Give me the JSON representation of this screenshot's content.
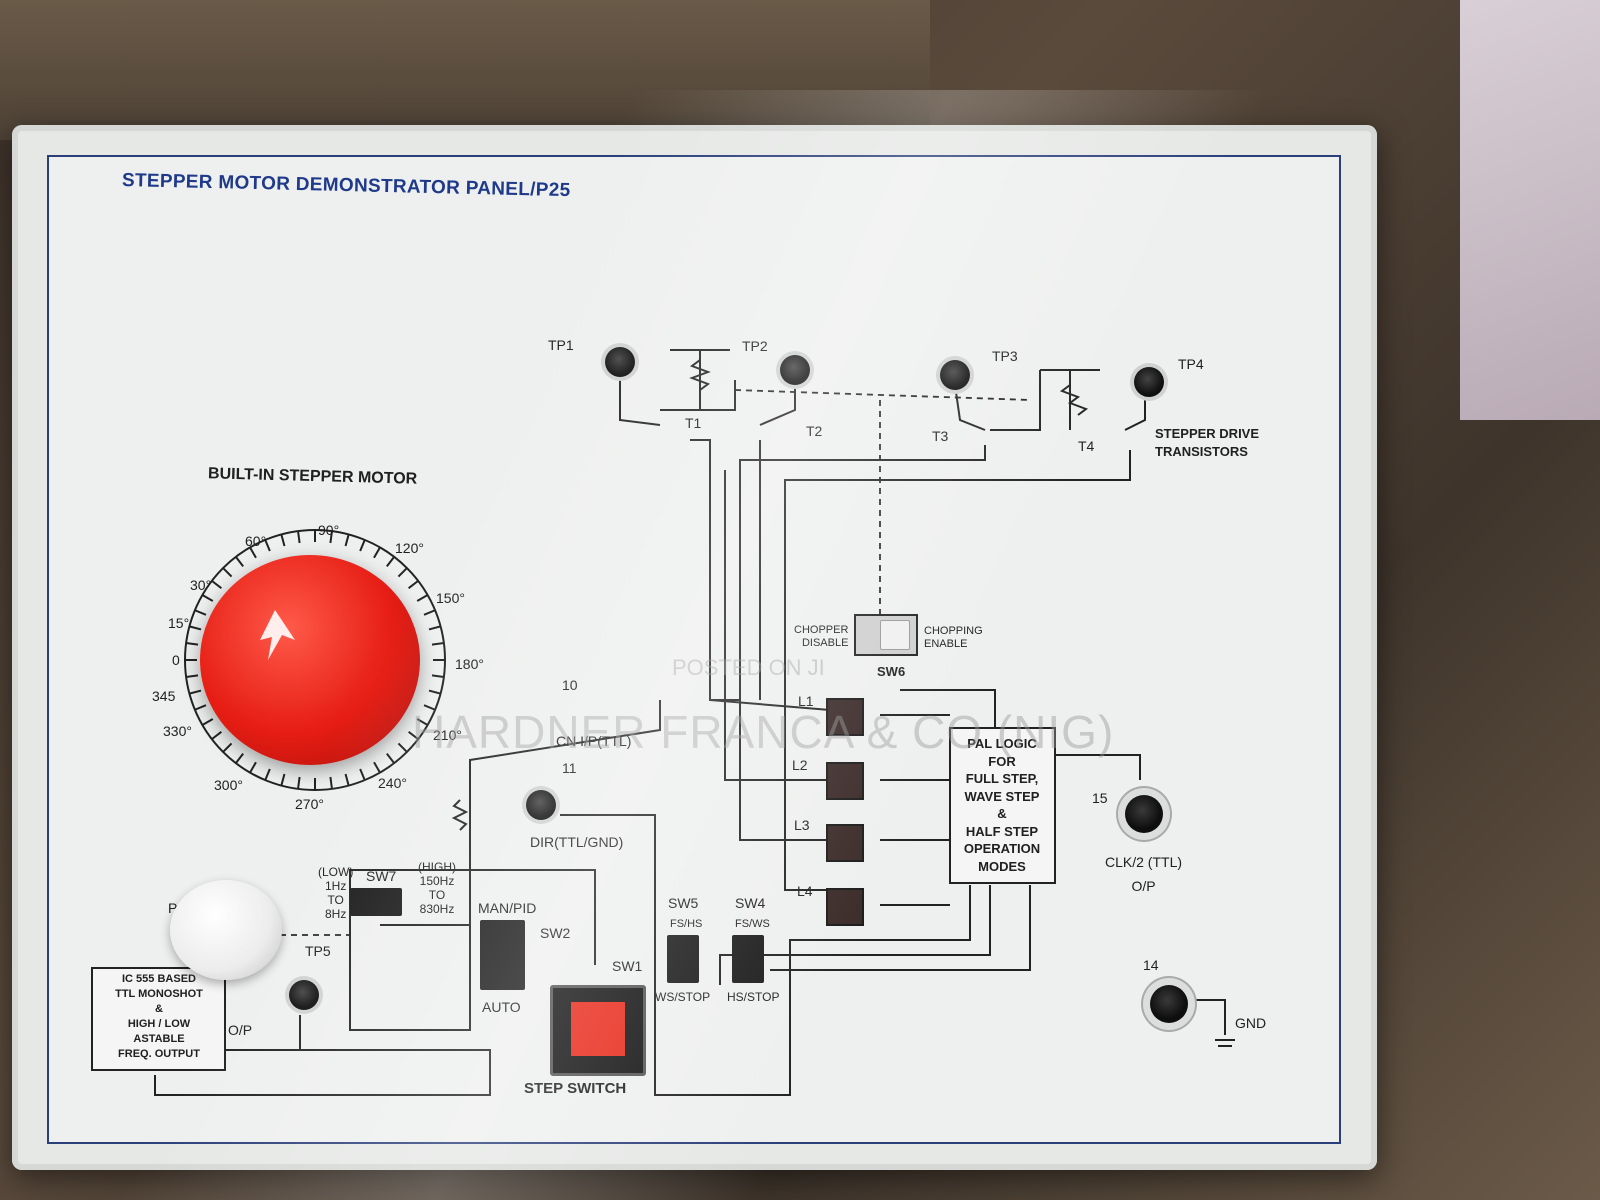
{
  "panel": {
    "title": "STEPPER MOTOR DEMONSTRATOR PANEL/P25",
    "motor_label": "BUILT-IN STEPPER MOTOR",
    "dial_angles": [
      "60°",
      "90°",
      "120°",
      "150°",
      "180°",
      "210°",
      "240°",
      "270°",
      "300°",
      "330°",
      "345",
      "0",
      "15°",
      "30°"
    ],
    "test_points": [
      "TP1",
      "TP2",
      "TP3",
      "TP4",
      "TP5"
    ],
    "transistors": [
      "T1",
      "T2",
      "T3",
      "T4"
    ],
    "stepper_drive_label": "STEPPER DRIVE\nTRANSISTORS",
    "chopper": {
      "left": "CHOPPER\nDISABLE",
      "right": "CHOPPING\nENABLE",
      "switch": "SW6"
    },
    "leds": [
      "L1",
      "L2",
      "L3",
      "L4"
    ],
    "pal_logic": "PAL LOGIC\nFOR\nFULL STEP,\nWAVE STEP\n&\nHALF STEP\nOPERATION\nMODES",
    "clk_label": "CLK/2 (TTL)\nO/P",
    "clk_number": "15",
    "gnd_number": "14",
    "gnd_label": "GND",
    "cn_input": "CN I/P(TTL)",
    "input_number": "11",
    "dir_label": "DIR(TTL/GND)",
    "input_10": "10",
    "sw5": {
      "name": "SW5",
      "top": "FS/HS",
      "bottom": "WS/STOP"
    },
    "sw4": {
      "name": "SW4",
      "top": "FS/WS",
      "bottom": "HS/STOP"
    },
    "sw2": {
      "name": "SW2",
      "top": "MAN/PID",
      "bottom": "AUTO"
    },
    "sw1": "SW1",
    "sw7": "SW7",
    "freq_low": "(LOW)\n1Hz\nTO\n8Hz",
    "freq_high": "(HIGH)\n150Hz\nTO\n830Hz",
    "step_switch": "STEP SWITCH",
    "ic555": "IC 555 BASED\nTTL MONOSHOT\n&\nHIGH / LOW\nASTABLE\nFREQ. OUTPUT",
    "op_label": "O/P",
    "p_label": "P"
  },
  "watermark": {
    "main": "HARDNER FRANCA & CO (NIG)",
    "posted": "POSTED ON JI"
  },
  "colors": {
    "panel": "#eef0ef",
    "title": "#1f3a8a",
    "knob_red": "#e61d14",
    "step_button": "#e82a1b"
  }
}
